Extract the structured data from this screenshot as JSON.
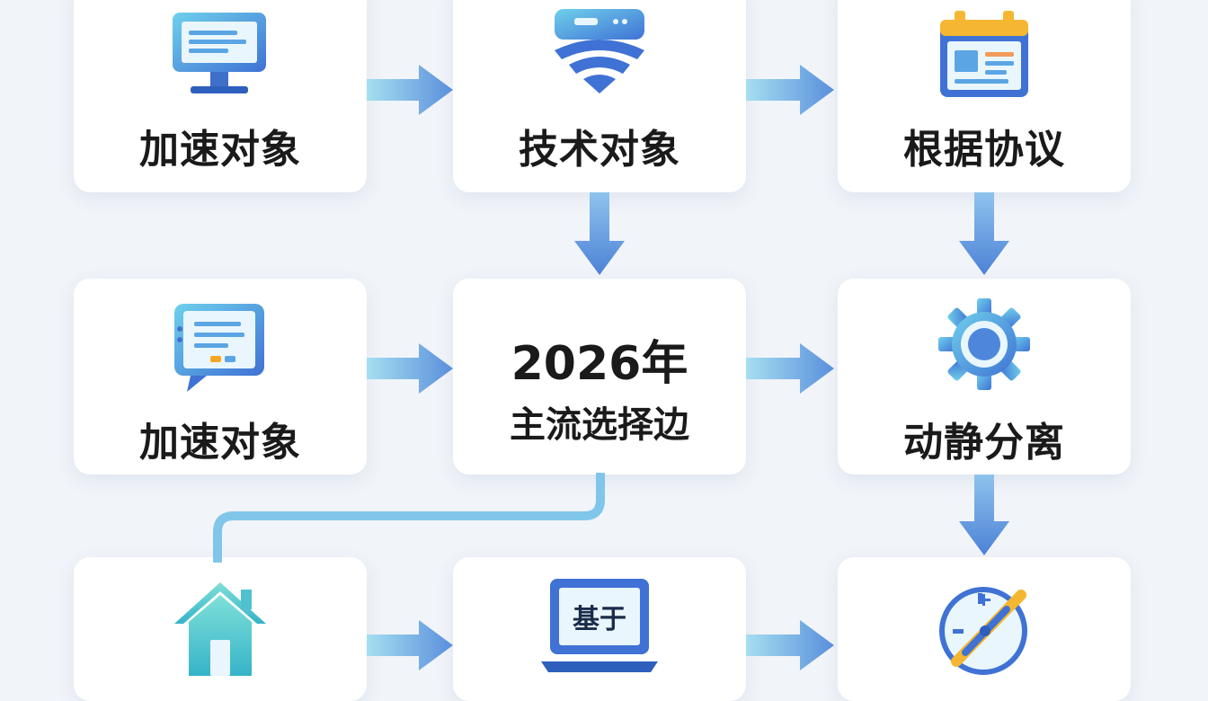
{
  "nodes": {
    "top_left": {
      "label": "加速对象",
      "icon": "monitor-icon"
    },
    "top_center": {
      "label": "技术对象",
      "icon": "wifi-icon"
    },
    "top_right": {
      "label": "根据协议",
      "icon": "calendar-icon"
    },
    "mid_left": {
      "label": "加速对象",
      "icon": "document-chat-icon"
    },
    "mid_center": {
      "year": "2026年",
      "subtitle": "主流选择边"
    },
    "mid_right": {
      "label": "动静分离",
      "icon": "gear-icon"
    },
    "bottom_left": {
      "icon": "home-icon"
    },
    "bottom_center": {
      "screen_text": "基于",
      "icon": "laptop-icon"
    },
    "bottom_right": {
      "icon": "compass-icon"
    }
  },
  "colors": {
    "arrow_light": "#8fd3ea",
    "arrow_dark": "#5a8fdc",
    "card": "#ffffff",
    "background": "#f1f4f9"
  }
}
